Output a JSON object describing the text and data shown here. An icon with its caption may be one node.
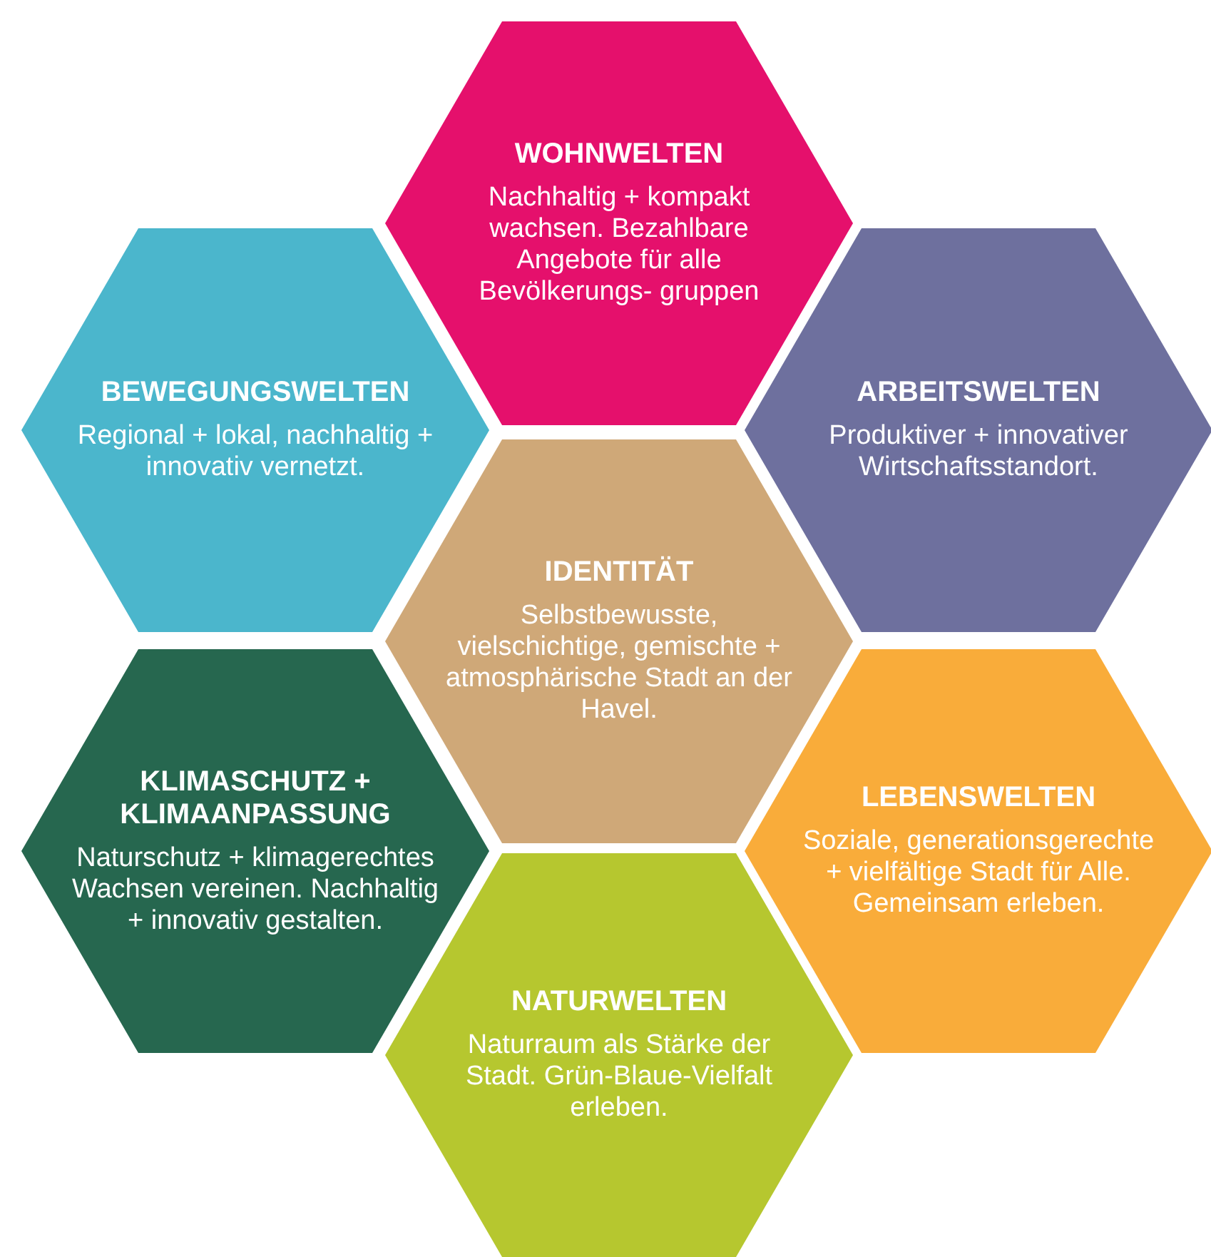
{
  "diagram": {
    "nodes": [
      {
        "text": [
          "WOHNWELTEN",
          "Nachhaltig + kompakt wachsen. Bezahlbare Angebote für alle Bevölkerungs- gruppen"
        ]
      },
      {
        "text": [
          "BEWEGUNGSWELTEN",
          "Regional + lokal, nachhaltig + innovativ vernetzt."
        ]
      },
      {
        "text": [
          "ARBEITSWELTEN",
          "Produktiver + innovativer Wirtschaftsstandort."
        ]
      },
      {
        "text": [
          "IDENTITÄT",
          "Selbstbewusste, vielschichtige, gemischte + atmosphärische Stadt an der Havel."
        ]
      },
      {
        "text": [
          "KLIMASCHUTZ + KLIMAANPASSUNG",
          "Naturschutz + klimagerechtes Wachsen vereinen. Nachhaltig + innovativ gestalten."
        ]
      },
      {
        "text": [
          "LEBENSWELTEN",
          "Soziale, generationsgerechte + vielfältige Stadt für Alle. Gemeinsam erleben."
        ]
      },
      {
        "text": [
          "NATURWELTEN",
          "Naturraum als Stärke der Stadt. Grün-Blaue-Vielfalt erleben."
        ]
      }
    ]
  }
}
